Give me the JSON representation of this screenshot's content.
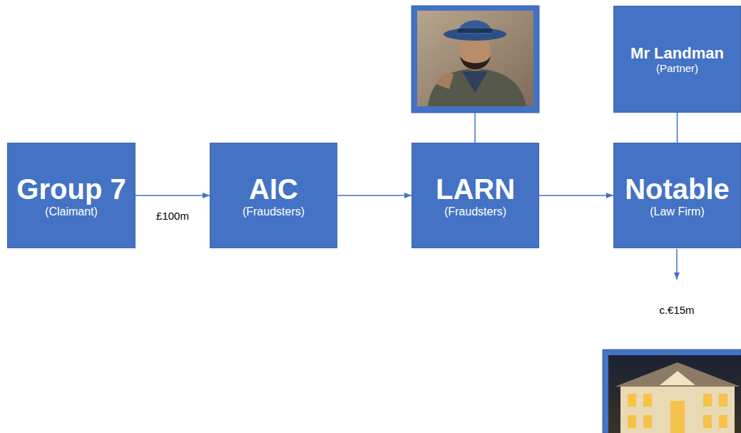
{
  "diagram": {
    "nodes": [
      {
        "text": [
          "Group 7",
          "(Claimant)"
        ]
      },
      {
        "text": [
          "AIC",
          "(Fraudsters)"
        ]
      },
      {
        "text": [
          "LARN",
          "(Fraudsters)"
        ]
      },
      {
        "text": [
          "Notable",
          "(Law Firm)"
        ]
      },
      {
        "text": [
          "Mr Landman",
          "(Partner)"
        ]
      }
    ],
    "edges": [
      {
        "from": 0,
        "to": 1,
        "arrow": "to",
        "label": "£100m"
      },
      {
        "from": 1,
        "to": 2,
        "arrow": "to"
      },
      {
        "from": 2,
        "to": 3,
        "arrow": "to"
      },
      {
        "from": 4,
        "to": 3,
        "arrow": "none"
      }
    ],
    "labels": [
      "c.€15m"
    ]
  }
}
